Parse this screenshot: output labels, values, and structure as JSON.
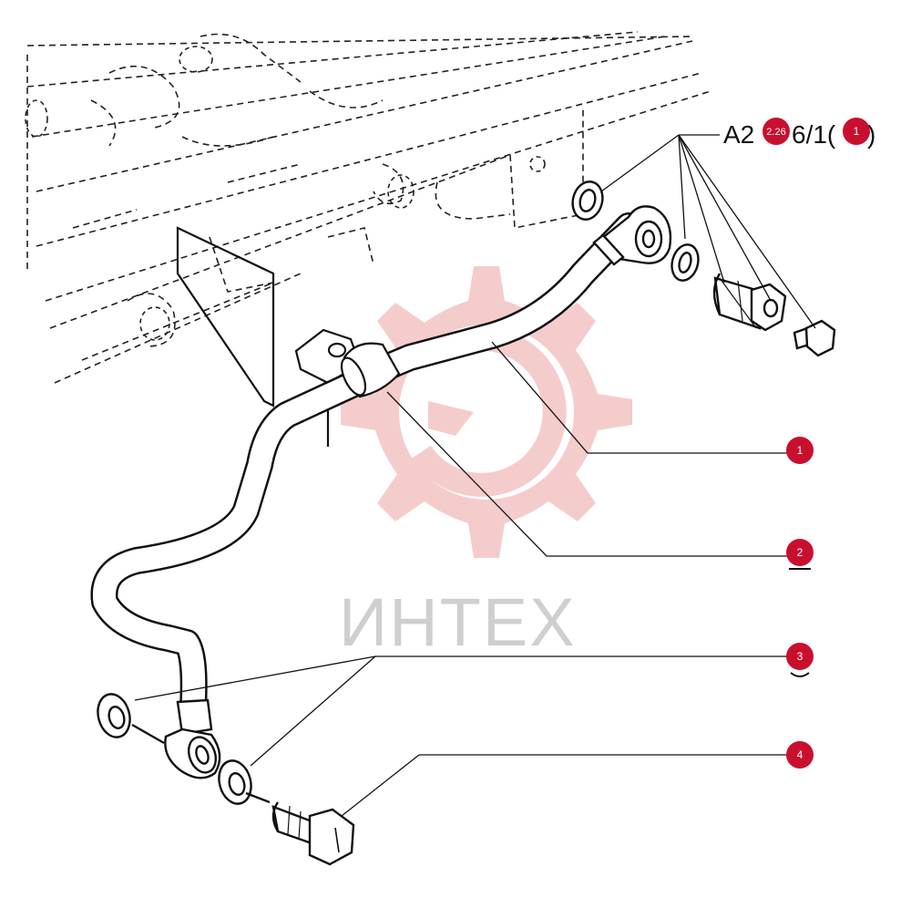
{
  "reference": {
    "label_start": "A2",
    "label_end": "6/1(",
    "label_close": ")",
    "page_badge": "2.26",
    "item_badge": "1"
  },
  "callouts": [
    {
      "number": "1"
    },
    {
      "number": "2"
    },
    {
      "number": "3"
    },
    {
      "number": "4"
    }
  ],
  "watermark": {
    "text": "ИНТЕХ"
  },
  "colors": {
    "badge": "#c8102e",
    "watermark_gear": "#f4c4c4",
    "line": "#111111"
  }
}
